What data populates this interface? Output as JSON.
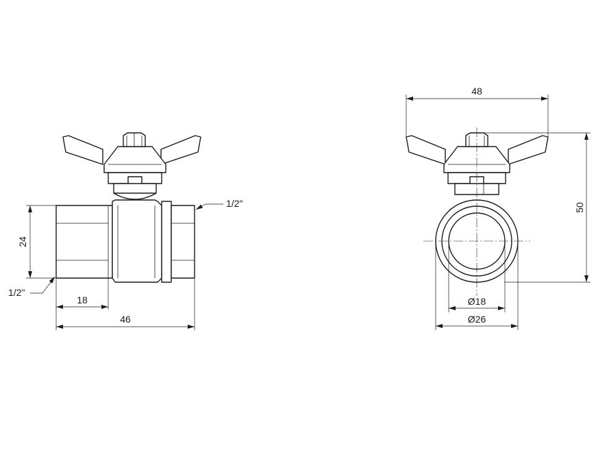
{
  "diagram": {
    "side_view": {
      "dims": {
        "height_label": "24",
        "length_label": "46",
        "thread_depth_label": "18",
        "thread_right_label": "1/2\"",
        "thread_left_label": "1/2\""
      }
    },
    "front_view": {
      "dims": {
        "handle_width_label": "48",
        "total_height_label": "50",
        "inner_diameter_label": "Ø18",
        "outer_diameter_label": "Ø26"
      }
    }
  }
}
